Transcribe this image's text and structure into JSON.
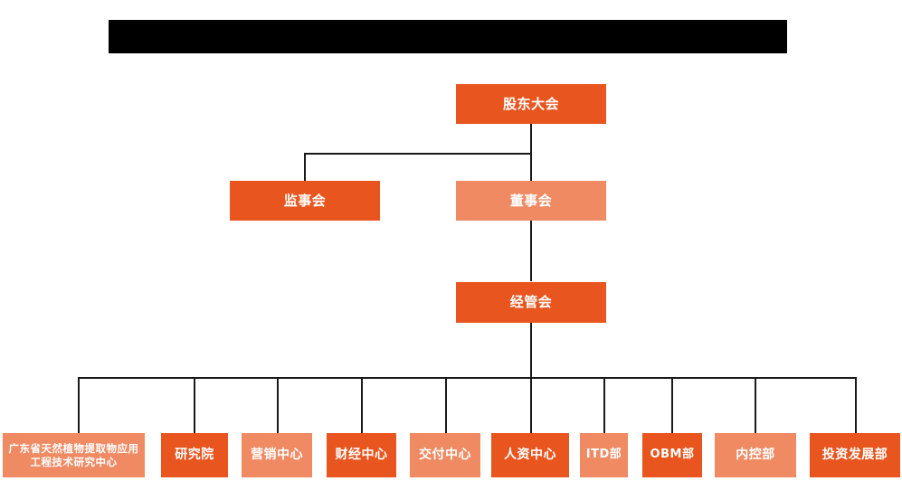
{
  "page": {
    "title_bar": {
      "name": "redacted-title-bar",
      "text": "",
      "color": "#000000"
    },
    "colors": {
      "dark_orange": "#E8551E",
      "light_orange": "#EF8A63",
      "connector": "#1a1a1a",
      "background": "#ffffff",
      "node_text": "#ffffff"
    }
  },
  "chart_data": {
    "type": "org-chart",
    "title": "",
    "orientation": "top-down",
    "levels": [
      {
        "level": 1,
        "nodes": [
          {
            "id": "shareholders",
            "label": "股东大会",
            "style": "dark"
          }
        ]
      },
      {
        "level": 2,
        "nodes": [
          {
            "id": "supervisors",
            "label": "监事会",
            "style": "dark"
          },
          {
            "id": "directors",
            "label": "董事会",
            "style": "light"
          }
        ]
      },
      {
        "level": 3,
        "nodes": [
          {
            "id": "management",
            "label": "经管会",
            "style": "dark"
          }
        ]
      },
      {
        "level": 4,
        "nodes": [
          {
            "id": "gd-center",
            "label": "广东省天然植物提取物应用工程技术研究中心",
            "style": "light"
          },
          {
            "id": "research-institute",
            "label": "研究院",
            "style": "dark"
          },
          {
            "id": "marketing-center",
            "label": "营销中心",
            "style": "light"
          },
          {
            "id": "finance-center",
            "label": "财经中心",
            "style": "dark"
          },
          {
            "id": "delivery-center",
            "label": "交付中心",
            "style": "light"
          },
          {
            "id": "hr-center",
            "label": "人资中心",
            "style": "dark"
          },
          {
            "id": "itd-dept",
            "label": "ITD部",
            "style": "light"
          },
          {
            "id": "obm-dept",
            "label": "OBM部",
            "style": "dark"
          },
          {
            "id": "internal-control-dept",
            "label": "内控部",
            "style": "light"
          },
          {
            "id": "investment-dev-dept",
            "label": "投资发展部",
            "style": "dark"
          }
        ]
      }
    ],
    "edges": [
      {
        "from": "shareholders",
        "to": "supervisors"
      },
      {
        "from": "shareholders",
        "to": "directors"
      },
      {
        "from": "directors",
        "to": "management"
      },
      {
        "from": "management",
        "to": "gd-center"
      },
      {
        "from": "management",
        "to": "research-institute"
      },
      {
        "from": "management",
        "to": "marketing-center"
      },
      {
        "from": "management",
        "to": "finance-center"
      },
      {
        "from": "management",
        "to": "delivery-center"
      },
      {
        "from": "management",
        "to": "hr-center"
      },
      {
        "from": "management",
        "to": "itd-dept"
      },
      {
        "from": "management",
        "to": "obm-dept"
      },
      {
        "from": "management",
        "to": "internal-control-dept"
      },
      {
        "from": "management",
        "to": "investment-dev-dept"
      }
    ]
  }
}
